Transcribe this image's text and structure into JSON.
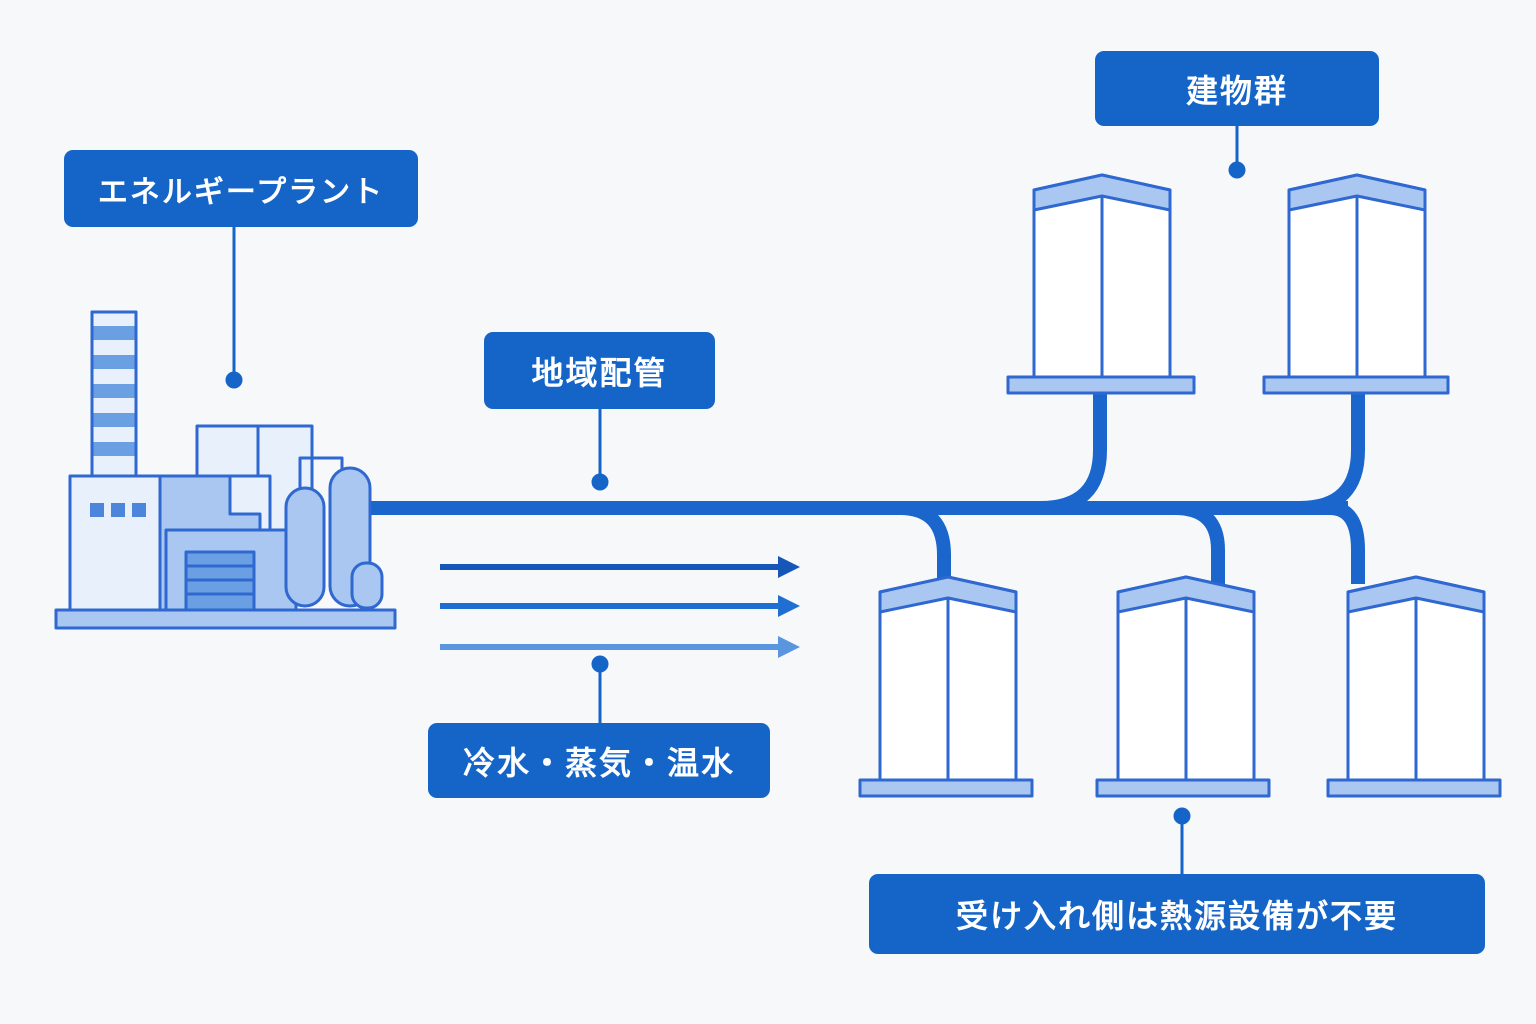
{
  "labels": {
    "energy_plant": "エネルギープラント",
    "buildings": "建物群",
    "district_piping": "地域配管",
    "media": "冷水・蒸気・温水",
    "no_heat_source": "受け入れ側は熱源設備が不要"
  },
  "colors": {
    "primary": "#1565c8",
    "pipe": "#1a66cc",
    "outline": "#2f68d0",
    "fill_light": "#e8f0fc",
    "fill_mid": "#a9c7f0",
    "arrow_cold": "#1556b8",
    "arrow_steam": "#1f6fd2",
    "arrow_warm": "#5a96e0",
    "background": "#f7f8fa"
  },
  "flow_arrows": [
    "cold-water",
    "steam",
    "warm-water"
  ]
}
